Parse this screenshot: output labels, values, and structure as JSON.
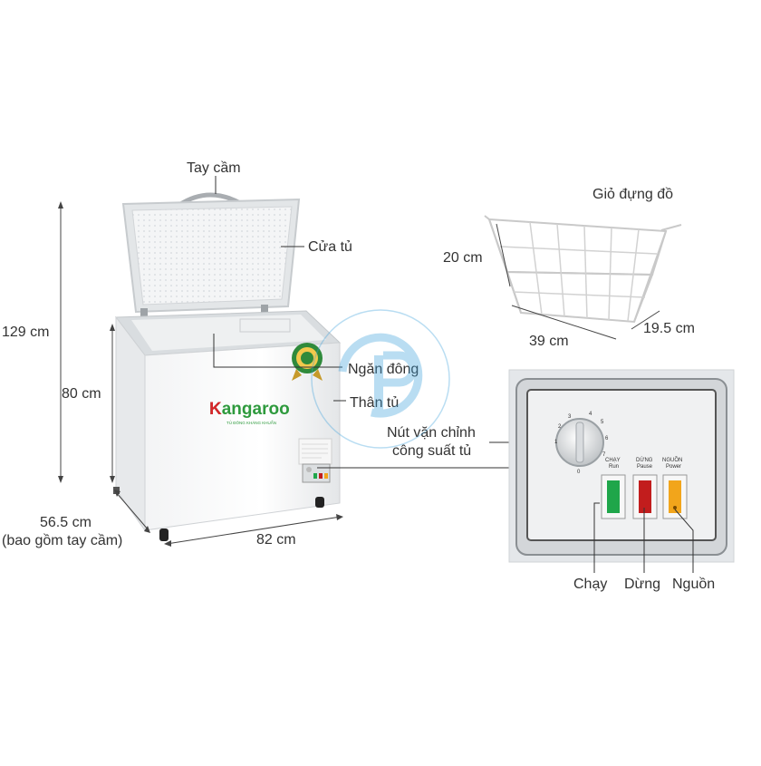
{
  "labels": {
    "handle": "Tay cầm",
    "door": "Cửa tủ",
    "freezer_compartment": "Ngăn đông",
    "body": "Thân tủ",
    "knob_line1": "Nút vặn chỉnh",
    "knob_line2": "công suất tủ",
    "basket": "Giỏ đựng đồ",
    "run": "Chạy",
    "stop": "Dừng",
    "power": "Nguồn"
  },
  "dimensions": {
    "total_height": "129 cm",
    "body_height": "80 cm",
    "depth_line1": "56.5 cm",
    "depth_line2": "(bao gồm tay cầm)",
    "width": "82 cm",
    "basket_height": "20 cm",
    "basket_length": "39 cm",
    "basket_width": "19.5 cm"
  },
  "brand": {
    "logo": "Kangaroo",
    "slogan": "TỦ ĐÔNG KHÁNG KHUẨN"
  },
  "control_panel": {
    "knob_numbers": [
      "1",
      "2",
      "3",
      "4",
      "5",
      "6",
      "7",
      "0"
    ],
    "switches": [
      {
        "label": "CHẠY",
        "sub": "Run",
        "color": "#1fa64a"
      },
      {
        "label": "DỪNG",
        "sub": "Pause",
        "color": "#c21d1d"
      },
      {
        "label": "NGUỒN",
        "sub": "Power",
        "color": "#f2a51b"
      }
    ]
  },
  "colors": {
    "brand_red": "#d7262b",
    "brand_green": "#2e9a3d",
    "watermark": "#3aa0dc"
  }
}
